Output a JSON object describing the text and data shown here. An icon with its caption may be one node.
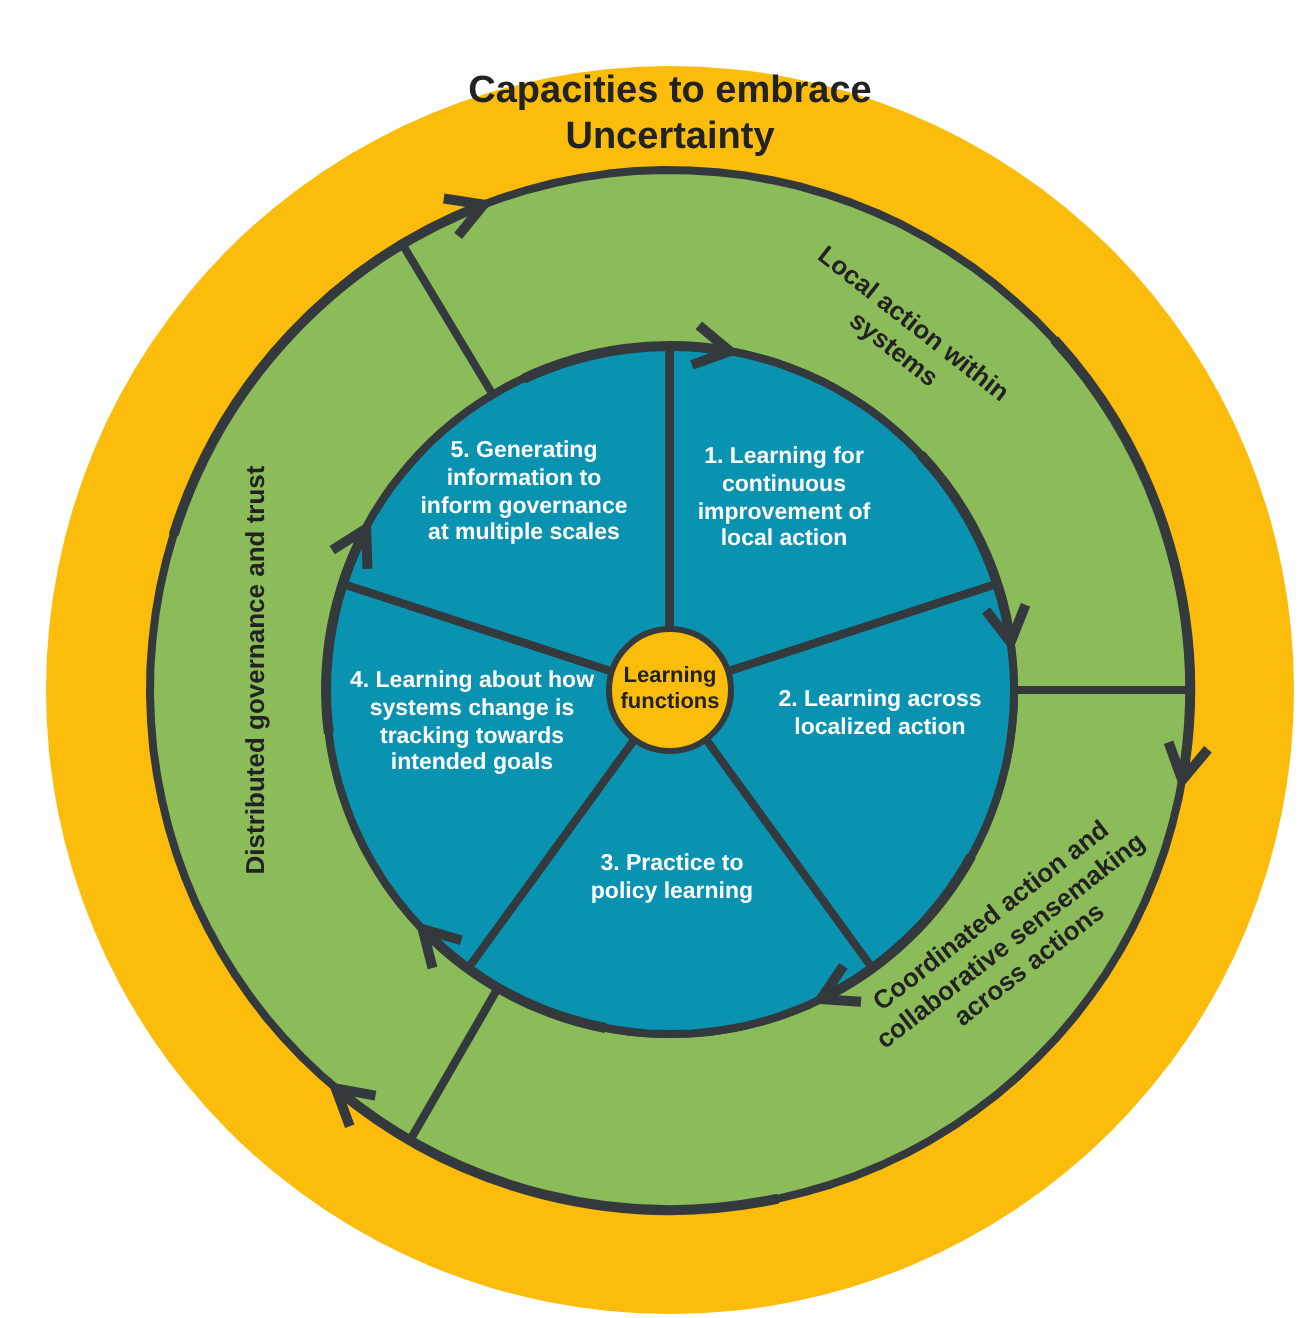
{
  "diagram": {
    "nodes": [
      {
        "text": [
          "Capacities to embrace Uncertainty"
        ]
      },
      {
        "text": [
          "Local action within systems"
        ],
        "in": 0
      },
      {
        "text": [
          "Coordinated action and collaborative sensemaking across actions"
        ],
        "in": 0
      },
      {
        "text": [
          "Distributed governance and trust"
        ],
        "in": 0
      },
      {
        "text": [
          "Learning functions"
        ],
        "in": 0
      },
      {
        "text": [
          "1. Learning for continuous improvement of local action"
        ],
        "in": 0
      },
      {
        "text": [
          "2. Learning across localized action"
        ],
        "in": 0
      },
      {
        "text": [
          "3. Practice to policy learning"
        ],
        "in": 0
      },
      {
        "text": [
          "4. Learning about how systems change is tracking towards intended goals"
        ],
        "in": 0
      },
      {
        "text": [
          "5. Generating information to inform governance at multiple scales"
        ],
        "in": 0
      }
    ],
    "edges": [
      {
        "from": 3,
        "to": 1,
        "arrow": "to"
      },
      {
        "from": 1,
        "to": 2,
        "arrow": "to"
      },
      {
        "from": 2,
        "to": 3,
        "arrow": "to"
      },
      {
        "from": 5,
        "to": 6,
        "arrow": "to"
      },
      {
        "from": 6,
        "to": 7,
        "arrow": "to"
      },
      {
        "from": 7,
        "to": 8,
        "arrow": "to"
      },
      {
        "from": 8,
        "to": 9,
        "arrow": "to"
      },
      {
        "from": 9,
        "to": 5,
        "arrow": "to"
      }
    ]
  }
}
